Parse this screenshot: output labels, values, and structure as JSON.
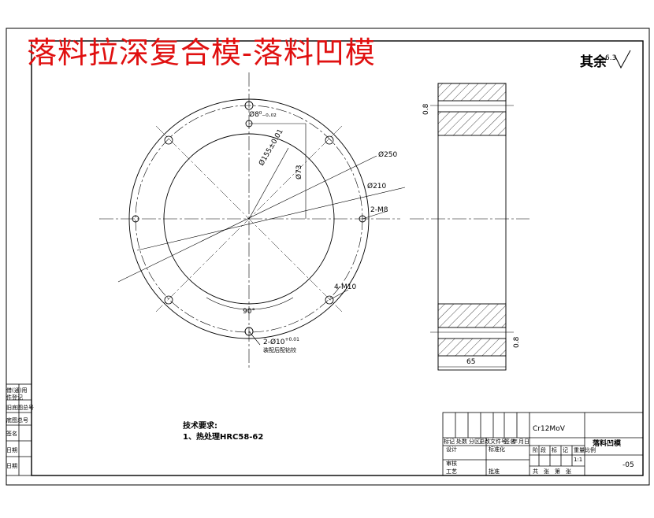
{
  "title_banner": "落料拉深复合模-落料凹模",
  "roughness": {
    "label": "其余",
    "value": "6.3"
  },
  "dimensions": {
    "d_top": "Ø8⁰₋₀.₀₂",
    "d_pcd155": "Ø155±0.01",
    "d_cb": "Ø73",
    "d250": "Ø250",
    "d210": "Ø210",
    "m8": "2-M8",
    "m10": "4-M10",
    "angle": "90°",
    "pin": "2-Ø10",
    "pin_tol": "+0.01",
    "pin_note": "装配后配钻铰",
    "side_top": "0.8",
    "side_bottom": "0.8",
    "width": "65"
  },
  "tech_req": {
    "title": "技术要求:",
    "line1": "1、热处理HRC58-62"
  },
  "side_column": [
    "借(通)用",
    "件登记",
    "旧底图总号",
    "底图总号",
    "签名",
    "日期",
    "日期"
  ],
  "title_block": {
    "material": "Cr12MoV",
    "part_name": "落料凹模",
    "drawing_no": "-05",
    "scale": "1:1",
    "header_cells": [
      "标记",
      "处数",
      "分区",
      "更改文件号",
      "签名",
      "年",
      "月",
      "日"
    ],
    "rows": [
      "设计",
      "标准化",
      "审核",
      "工艺",
      "批准"
    ],
    "stage_cells": [
      "阶",
      "段",
      "标",
      "记",
      "重量",
      "比例"
    ],
    "sheet_info": [
      "共",
      "张",
      "第",
      "张"
    ]
  }
}
